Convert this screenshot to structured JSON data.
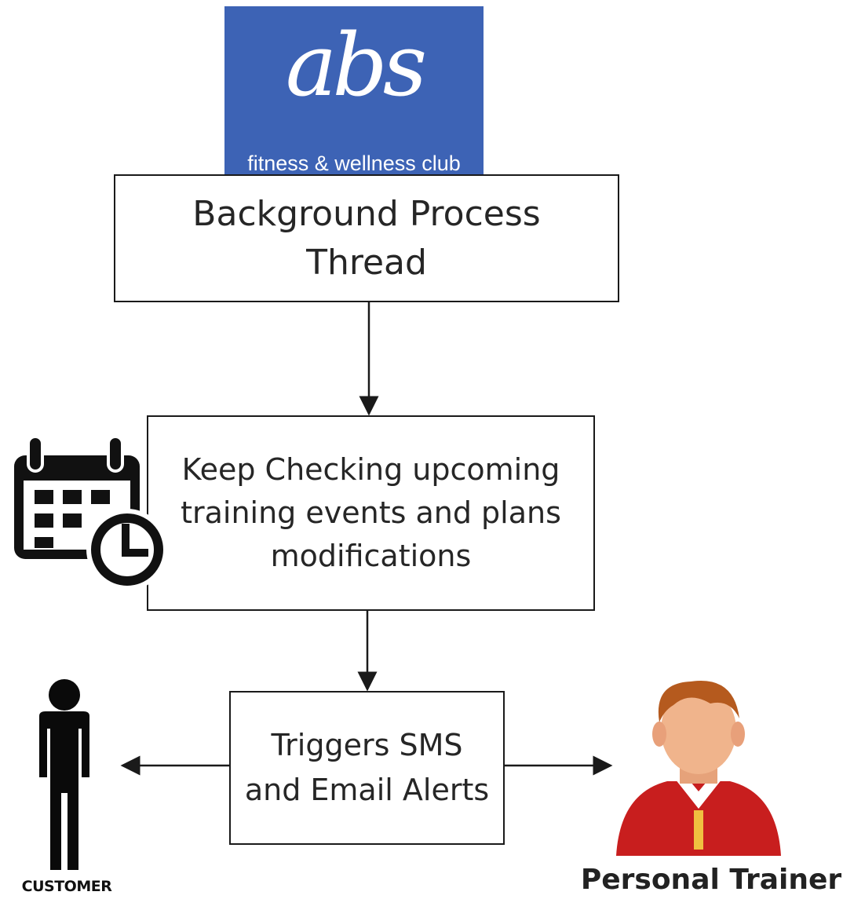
{
  "logo": {
    "mark": "abs",
    "tagline": "fitness & wellness club",
    "bg_color": "#3d63b5"
  },
  "steps": {
    "background_process": "Background Process\nThread",
    "keep_checking": "Keep Checking upcoming\ntraining events and plans\nmodifications",
    "triggers_alerts": "Triggers  SMS\nand Email Alerts"
  },
  "actors": {
    "customer": "CUSTOMER",
    "personal_trainer": "Personal Trainer"
  },
  "icons": {
    "calendar": "calendar-clock-icon",
    "customer": "person-icon",
    "trainer": "trainer-avatar-icon"
  }
}
